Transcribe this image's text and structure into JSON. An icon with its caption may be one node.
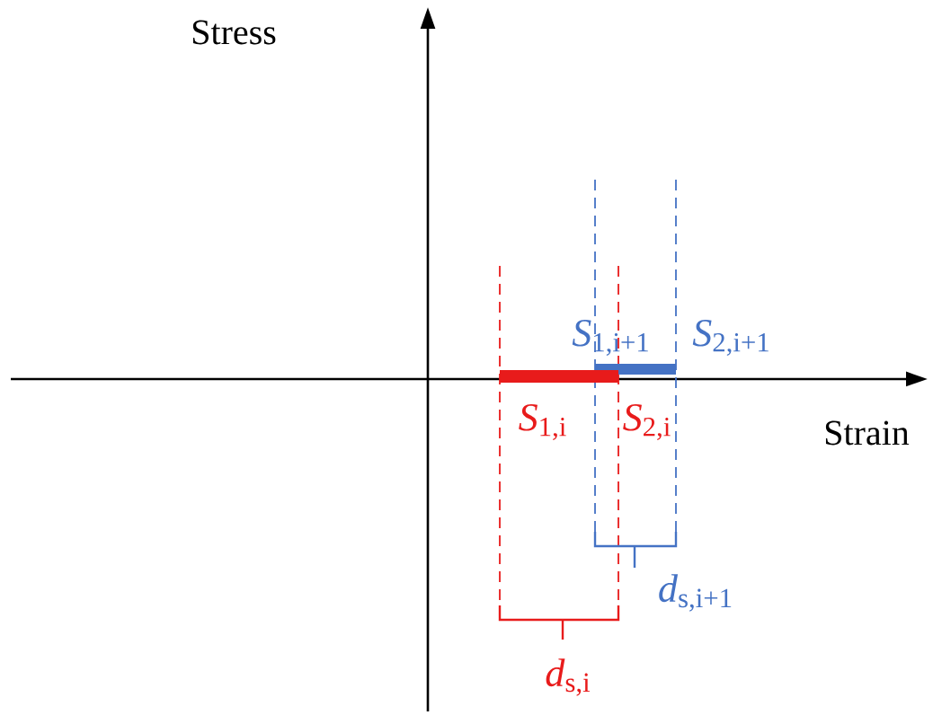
{
  "diagram": {
    "labels": [
      "Stress",
      "Strain",
      "*S*$_{1,i+1}$",
      "*S*$_{2,i+1}$",
      "*S*$_{1,i}$",
      "*S*$_{2,i}$",
      "*d*$_{s,i+1}$",
      "*d*$_{s,i}$"
    ]
  }
}
